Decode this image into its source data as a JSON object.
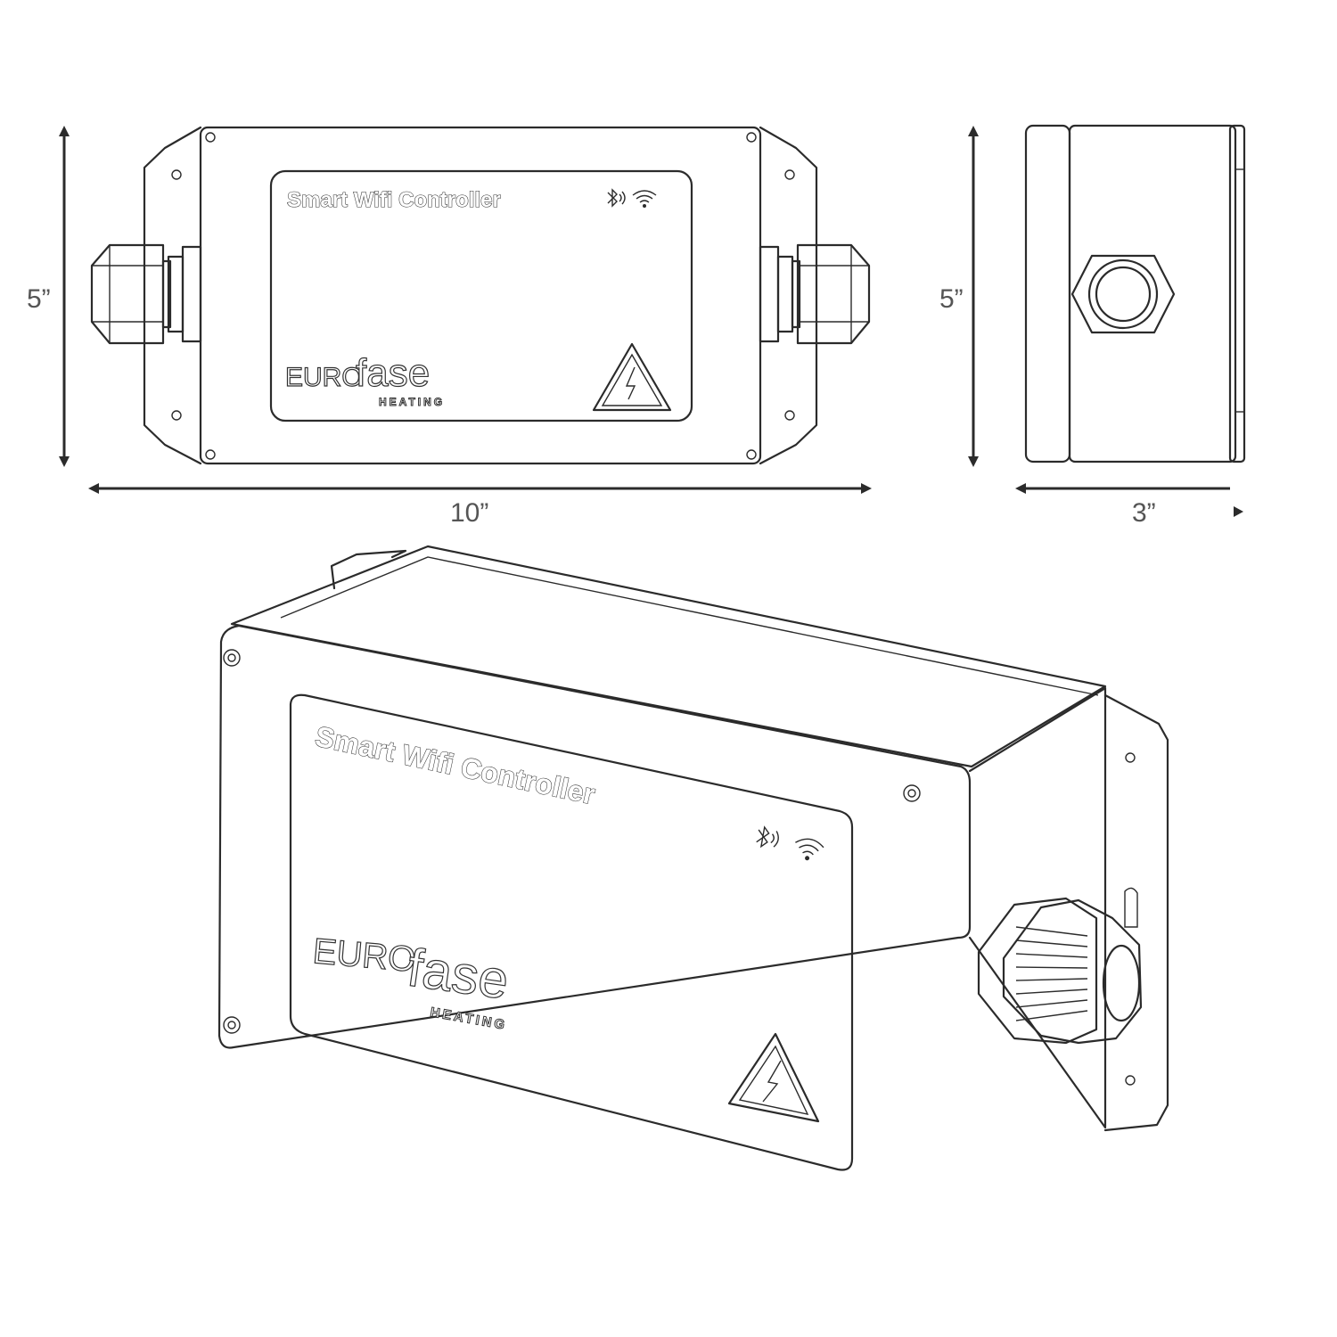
{
  "product": {
    "label": "Smart Wifi Controller",
    "brand_left": "EURO",
    "brand_right": "fase",
    "brand_sub": "HEATING"
  },
  "dimensions": {
    "front_height": "5”",
    "front_width": "10”",
    "side_height": "5”",
    "side_depth": "3”"
  },
  "icons": [
    "bluetooth-icon",
    "wifi-icon",
    "electric-hazard-icon"
  ],
  "colors": {
    "line": "#2b2b2b",
    "dimension_text": "#555555",
    "background": "#ffffff"
  }
}
